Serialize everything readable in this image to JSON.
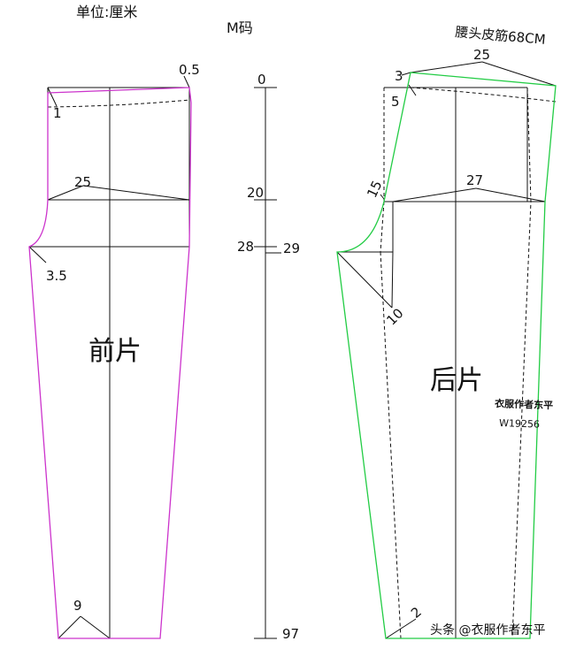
{
  "header": {
    "unit_label": "单位:厘米",
    "size_label": "M码",
    "waistband_note": "腰头皮筋68CM"
  },
  "front": {
    "title": "前片",
    "dims": {
      "top_dart": "0.5",
      "waist_drop": "1",
      "hip_width": "25",
      "crotch_ext": "3.5",
      "hem_width": "9"
    }
  },
  "back": {
    "title": "后片",
    "dims": {
      "waist_width": "25",
      "waist_rise": "3",
      "waist_in": "5",
      "hip_width": "27",
      "seat": "15",
      "crotch_ext": "10",
      "hem_in": "2"
    }
  },
  "scale": {
    "marks": [
      "0",
      "20",
      "28",
      "29",
      "97"
    ]
  },
  "author": {
    "name": "衣服作者东平",
    "id": "W19256"
  },
  "footer": {
    "credit": "头条 @衣服作者东平"
  },
  "colors": {
    "front_outline": "#cc33cc",
    "back_outline": "#22cc44",
    "base_lines": "#111111"
  }
}
